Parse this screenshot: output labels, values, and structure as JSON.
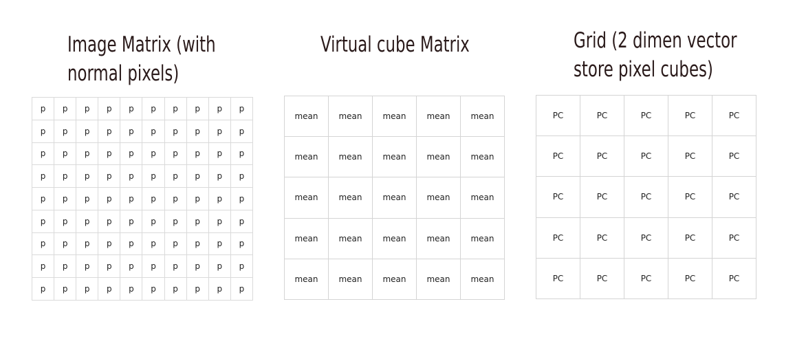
{
  "panels": [
    {
      "title_lines": [
        "Image Matrix (with",
        "normal pixels)"
      ],
      "rows": 9,
      "cols": 10,
      "cell_label": "p"
    },
    {
      "title_lines": [
        "Virtual cube Matrix"
      ],
      "rows": 5,
      "cols": 5,
      "cell_label": "mean"
    },
    {
      "title_lines": [
        "Grid (2 dimen vector",
        "store pixel cubes)"
      ],
      "rows": 5,
      "cols": 5,
      "cell_label": "PC"
    }
  ],
  "colors": {
    "title_text": "#2a1a1a",
    "grid_line": "#d4d4d4",
    "cell_text": "#222222"
  }
}
